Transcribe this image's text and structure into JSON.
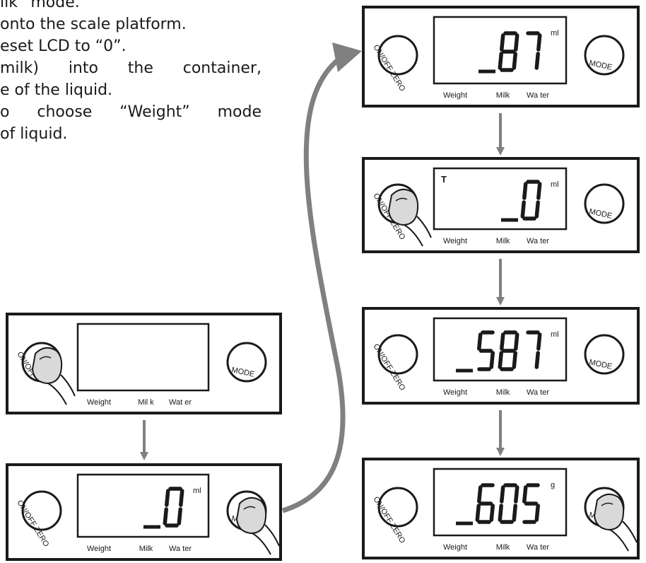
{
  "instructions": [
    "ilk” mode.",
    "onto the scale platform.",
    "eset LCD to “0”.",
    "milk) into the container,",
    "e of the liquid.",
    "o choose “Weight” mode",
    "of liquid."
  ],
  "panels": [
    {
      "id": "p1",
      "reading": "",
      "unit": "",
      "marker": "Milk",
      "tare": "",
      "power_label": "ON/OFF",
      "mode_label": "MODE",
      "labels": [
        "Weight",
        "Mil k",
        "Wat er"
      ],
      "finger": "power"
    },
    {
      "id": "p2",
      "reading": "0",
      "unit": "ml",
      "marker": "Weight",
      "tare": "",
      "power_label": "ON/OFF ZERO",
      "mode_label": "MODE",
      "labels": [
        "Weight",
        "Milk",
        "Wa ter"
      ],
      "finger": "mode"
    },
    {
      "id": "p3",
      "reading": "87",
      "unit": "ml",
      "marker": "Weight",
      "tare": "",
      "power_label": "ON/OFF ZERO",
      "mode_label": "MODE",
      "labels": [
        "Weight",
        "Milk",
        "Wa ter"
      ],
      "finger": "none"
    },
    {
      "id": "p4",
      "reading": "0",
      "unit": "ml",
      "marker": "Milk",
      "tare": "T",
      "power_label": "ON/OFF ZERO",
      "mode_label": "MODE",
      "labels": [
        "Weight",
        "Milk",
        "Wa ter"
      ],
      "finger": "power"
    },
    {
      "id": "p5",
      "reading": "587",
      "unit": "ml",
      "marker": "Milk",
      "tare": "",
      "power_label": "ON/OFF ZERO",
      "mode_label": "MODE",
      "labels": [
        "Weight",
        "Milk",
        "Wa ter"
      ],
      "finger": "none"
    },
    {
      "id": "p6",
      "reading": "605",
      "unit": "g",
      "marker": "Weight",
      "tare": "",
      "power_label": "ON/OFF ZERO",
      "mode_label": "MODE",
      "labels": [
        "Weight",
        "Milk",
        "Wa ter"
      ],
      "finger": "mode"
    }
  ],
  "colors": {
    "frame": "#1a1a1a",
    "arrow": "#808080",
    "finger": "#d9d9d9"
  }
}
